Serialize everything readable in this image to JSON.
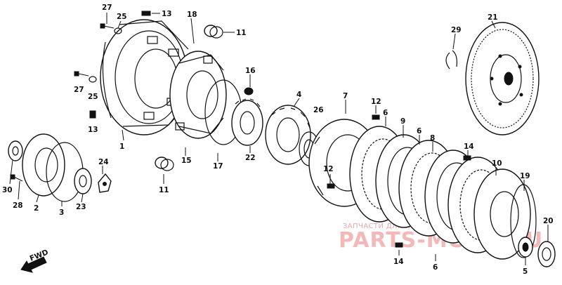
{
  "diagram": {
    "callouts": [
      {
        "id": "c27a",
        "text": "27"
      },
      {
        "id": "c25a",
        "text": "25"
      },
      {
        "id": "c13a",
        "text": "13"
      },
      {
        "id": "c18",
        "text": "18"
      },
      {
        "id": "c11a",
        "text": "11"
      },
      {
        "id": "c27b",
        "text": "27"
      },
      {
        "id": "c25b",
        "text": "25"
      },
      {
        "id": "c16",
        "text": "16"
      },
      {
        "id": "c13b",
        "text": "13"
      },
      {
        "id": "c1",
        "text": "1"
      },
      {
        "id": "c4",
        "text": "4"
      },
      {
        "id": "c7",
        "text": "7"
      },
      {
        "id": "c12a",
        "text": "12"
      },
      {
        "id": "c26",
        "text": "26"
      },
      {
        "id": "c6a",
        "text": "6"
      },
      {
        "id": "c9",
        "text": "9"
      },
      {
        "id": "c6b",
        "text": "6"
      },
      {
        "id": "c8",
        "text": "8"
      },
      {
        "id": "c22",
        "text": "22"
      },
      {
        "id": "c17",
        "text": "17"
      },
      {
        "id": "c15",
        "text": "15"
      },
      {
        "id": "c24",
        "text": "24"
      },
      {
        "id": "c11b",
        "text": "11"
      },
      {
        "id": "c12b",
        "text": "12"
      },
      {
        "id": "c14a",
        "text": "14"
      },
      {
        "id": "c10",
        "text": "10"
      },
      {
        "id": "c19",
        "text": "19"
      },
      {
        "id": "c30",
        "text": "30"
      },
      {
        "id": "c28",
        "text": "28"
      },
      {
        "id": "c2",
        "text": "2"
      },
      {
        "id": "c3",
        "text": "3"
      },
      {
        "id": "c23",
        "text": "23"
      },
      {
        "id": "c29",
        "text": "29"
      },
      {
        "id": "c21",
        "text": "21"
      },
      {
        "id": "c20",
        "text": "20"
      },
      {
        "id": "c14b",
        "text": "14"
      },
      {
        "id": "c6c",
        "text": "6"
      },
      {
        "id": "c5",
        "text": "5"
      }
    ],
    "fwd_label": "FWD"
  },
  "watermark": {
    "top_text": "ЗАПЧАСТИ ДЛЯ ЯПОНСКОЙ МОТОТЕХНИКИ",
    "main_text": "PARTS-MOTO.RU"
  },
  "colors": {
    "ink": "#111111",
    "watermark_pink": "#f3b9b9"
  }
}
